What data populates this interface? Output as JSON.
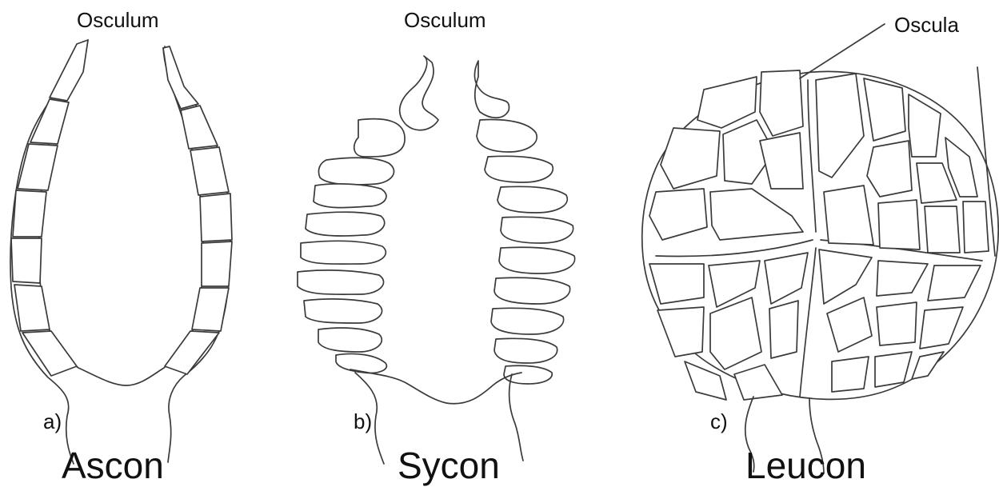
{
  "labels": {
    "ascon_osculum": "Osculum",
    "sycon_osculum": "Osculum",
    "leucon_oscula": "Oscula",
    "ascon_letter": "a)",
    "sycon_letter": "b)",
    "leucon_letter": "c)",
    "ascon_name": "Ascon",
    "sycon_name": "Sycon",
    "leucon_name": "Leucon"
  },
  "colors": {
    "line": "#3a3a3a",
    "text": "#111111",
    "background": "#ffffff"
  }
}
